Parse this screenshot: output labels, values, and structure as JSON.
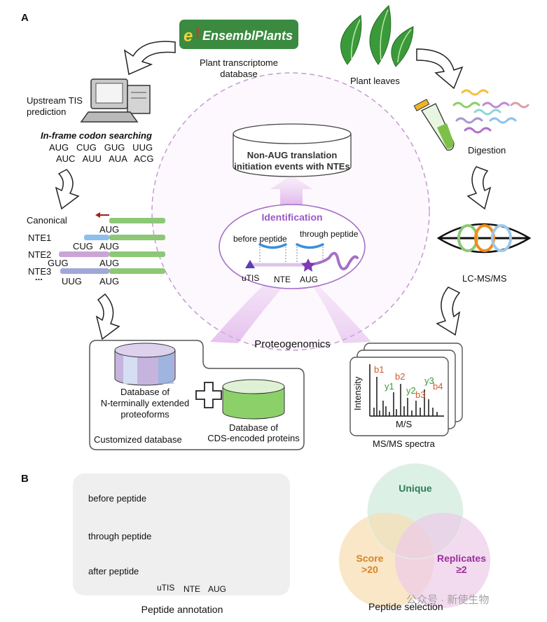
{
  "panel_a": {
    "label": "A",
    "ensembl": {
      "logo_e": "e",
      "logo_bang": "!",
      "logo_text": "EnsemblPlants",
      "caption_1": "Plant transcriptome",
      "caption_2": "database"
    },
    "leaves": {
      "caption": "Plant leaves"
    },
    "tis": {
      "caption_1": "Upstream TIS",
      "caption_2": "prediction",
      "method": "In-frame codon searching",
      "codons_row1": "AUG   CUG   GUG   UUG",
      "codons_row2": "AUC   AUU   AUA   ACG"
    },
    "digestion": {
      "caption": "Digestion"
    },
    "lcms": {
      "caption": "LC-MS/MS"
    },
    "center": {
      "result_1": "Non-AUG translation",
      "result_2": "initiation events with NTEs",
      "identification": "Identification",
      "before_peptide": "before peptide",
      "through_peptide": "through peptide",
      "utis": "uTIS",
      "nte": "NTE",
      "aug": "AUG",
      "proteogenomics": "Proteogenomics"
    },
    "nte_rows": [
      {
        "name": "Canonical",
        "codon": "AUG",
        "color": "#8cc876"
      },
      {
        "name": "NTE1",
        "codon": "CUG",
        "aug": "AUG",
        "color": "#8cc0ec"
      },
      {
        "name": "NTE2",
        "codon": "GUG",
        "aug": "AUG",
        "color": "#cba4d6"
      },
      {
        "name": "NTE3",
        "codon": "UUG",
        "aug": "AUG",
        "color": "#9fa8d8"
      }
    ],
    "nte_ellipsis": "...",
    "database": {
      "nte_1": "Database of",
      "nte_2": "N-terminally extended",
      "nte_3": "proteoforms",
      "cds_1": "Database of",
      "cds_2": "CDS-encoded proteins",
      "caption": "Customized database"
    },
    "spectra": {
      "ylabel": "Intensity",
      "xlabel": "M/S",
      "caption": "MS/MS spectra",
      "ions": [
        {
          "label": "b1",
          "color": "#d25a2a"
        },
        {
          "label": "y1",
          "color": "#3a9a3a"
        },
        {
          "label": "b2",
          "color": "#d25a2a"
        },
        {
          "label": "y2",
          "color": "#3a9a3a"
        },
        {
          "label": "b3",
          "color": "#d25a2a"
        },
        {
          "label": "y3",
          "color": "#3a9a3a"
        },
        {
          "label": "b4",
          "color": "#d25a2a"
        }
      ]
    }
  },
  "panel_b": {
    "label": "B",
    "annotation": {
      "rows": [
        "before peptide",
        "through peptide",
        "after peptide"
      ],
      "utis": "uTIS",
      "nte": "NTE",
      "aug": "AUG",
      "caption": "Peptide annotation"
    },
    "selection": {
      "unique": "Unique",
      "score_1": "Score",
      "score_2": ">20",
      "replicates_1": "Replicates",
      "replicates_2": "≥2",
      "caption": "Peptide selection"
    },
    "watermark": "公众号 · 新使生物"
  },
  "colors": {
    "purple": "#9b59c9",
    "blue": "#3b8fd9",
    "green": "#8cc876"
  }
}
